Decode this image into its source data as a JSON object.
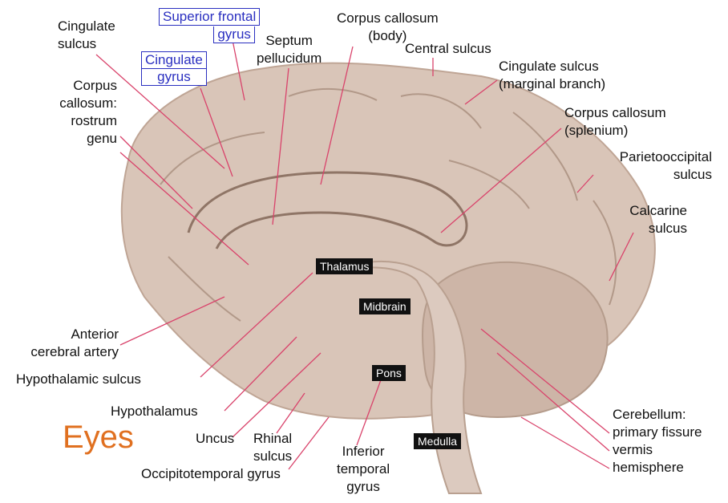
{
  "colors": {
    "tissue": "#d9c5b8",
    "tissue_dark": "#c9b1a2",
    "leader_line": "#d9436b",
    "boxed_text": "#2a2fc0",
    "eyes_text": "#e07020"
  },
  "labels": {
    "cingulate_sulcus": [
      "Cingulate",
      "sulcus"
    ],
    "superior_frontal_gyrus": [
      "Superior frontal",
      "gyrus"
    ],
    "cingulate_gyrus": [
      "Cingulate",
      "gyrus"
    ],
    "septum_pellucidum": [
      "Septum",
      "pellucidum"
    ],
    "corpus_callosum_body": [
      "Corpus callosum",
      "(body)"
    ],
    "central_sulcus": [
      "Central sulcus"
    ],
    "cingulate_sulcus_marginal": [
      "Cingulate sulcus",
      "(marginal branch)"
    ],
    "corpus_callosum_rostrum_genu": [
      "Corpus",
      "callosum:",
      "rostrum",
      "genu"
    ],
    "corpus_callosum_splenium": [
      "Corpus callosum",
      "(splenium)"
    ],
    "parietooccipital_sulcus": [
      "Parietooccipital",
      "sulcus"
    ],
    "calcarine_sulcus": [
      "Calcarine",
      "sulcus"
    ],
    "anterior_cerebral_artery": [
      "Anterior",
      "cerebral artery"
    ],
    "hypothalamic_sulcus": [
      "Hypothalamic sulcus"
    ],
    "hypothalamus": [
      "Hypothalamus"
    ],
    "uncus": [
      "Uncus"
    ],
    "rhinal_sulcus": [
      "Rhinal",
      "sulcus"
    ],
    "occipitotemporal_gyrus": [
      "Occipitotemporal gyrus"
    ],
    "inferior_temporal_gyrus": [
      "Inferior",
      "temporal",
      "gyrus"
    ],
    "cerebellum": [
      "Cerebellum:",
      "primary fissure",
      "vermis",
      "hemisphere"
    ]
  },
  "structures": {
    "thalamus": "Thalamus",
    "midbrain": "Midbrain",
    "pons": "Pons",
    "medulla": "Medulla"
  },
  "eyes": "Eyes"
}
